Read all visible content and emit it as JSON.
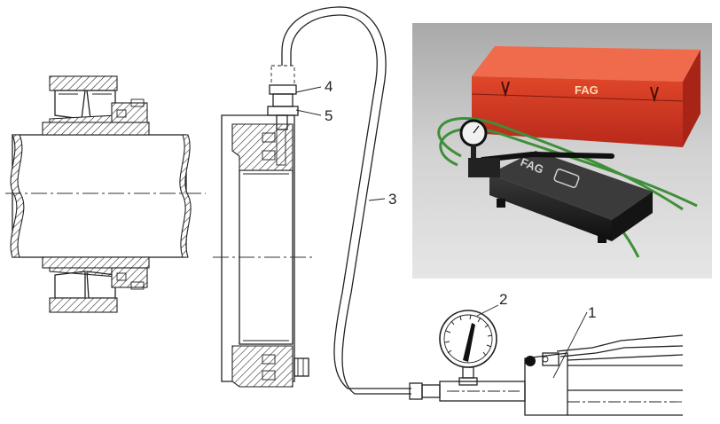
{
  "callouts": [
    {
      "id": "1",
      "text": "1"
    },
    {
      "id": "2",
      "text": "2"
    },
    {
      "id": "3",
      "text": "3"
    },
    {
      "id": "4",
      "text": "4"
    },
    {
      "id": "5",
      "text": "5"
    }
  ],
  "photo": {
    "box_brand": "FAG",
    "pump_brand": "FAG"
  },
  "colors": {
    "case_red": "#d9381e",
    "hose_green": "#3f8f3a",
    "pump_black": "#1d1d1d",
    "photo_bg": "#c9c9c9"
  }
}
